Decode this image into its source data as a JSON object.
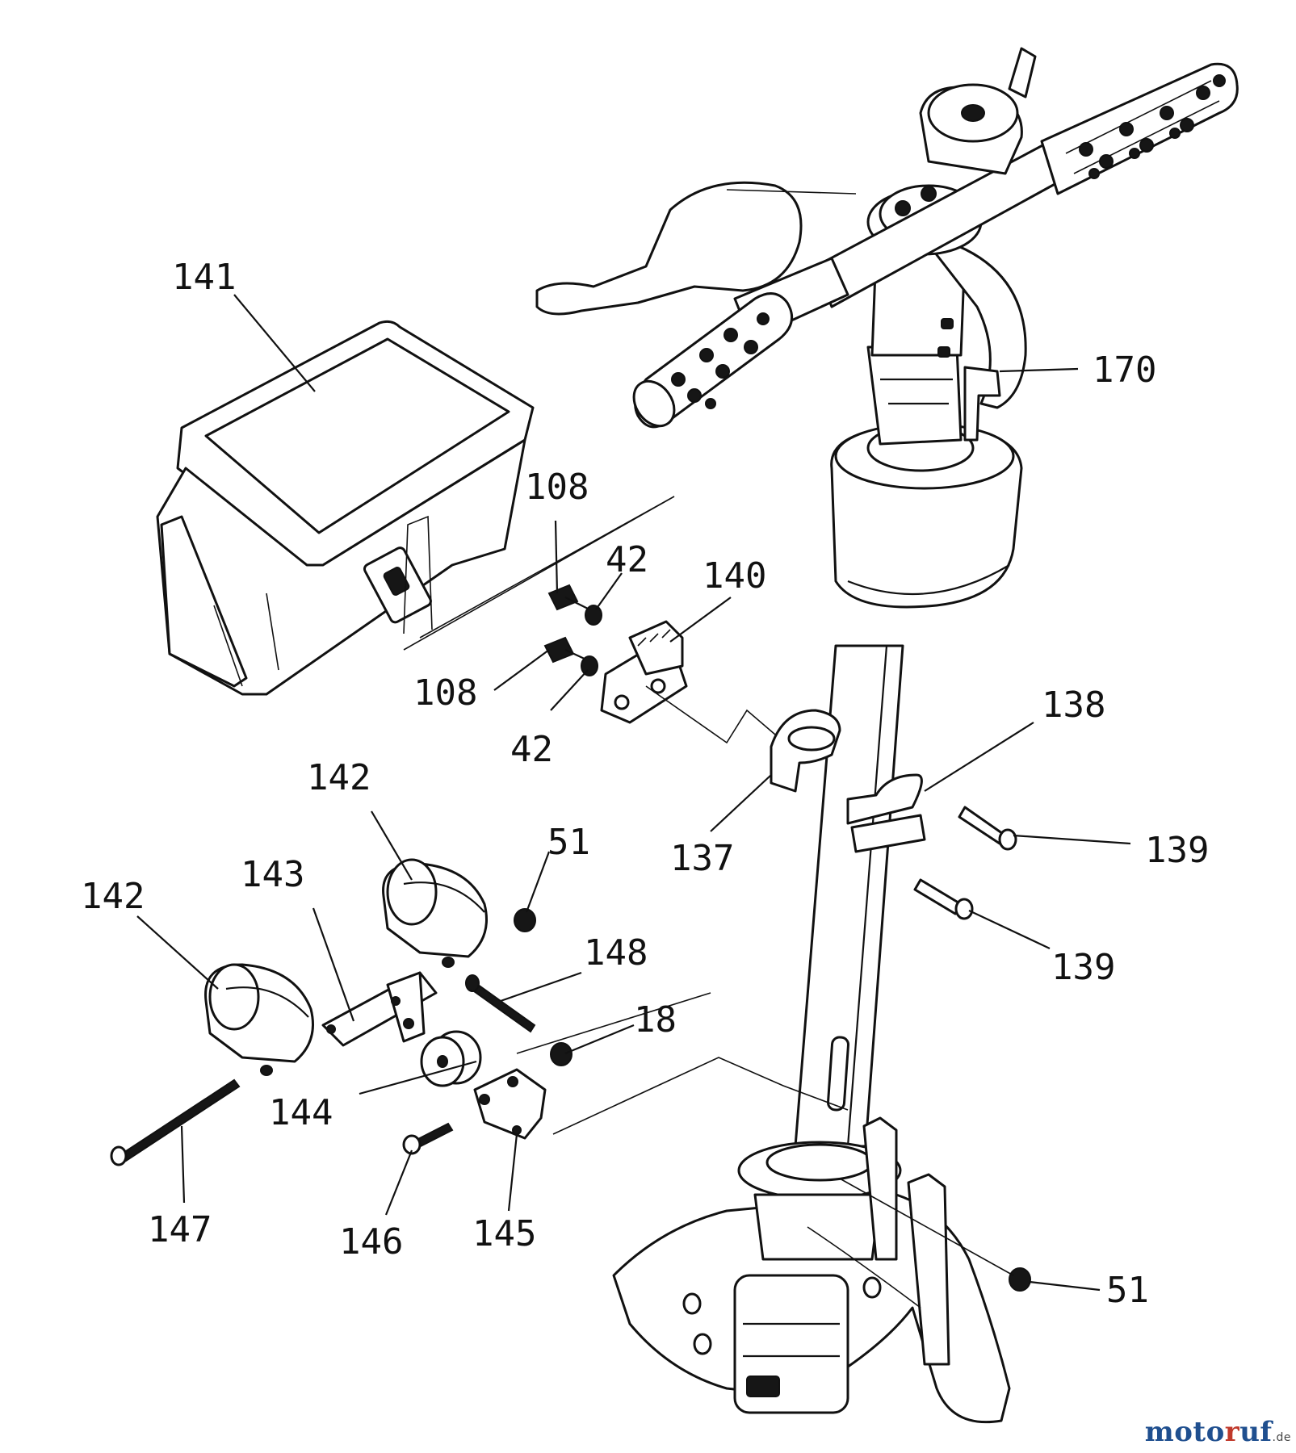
{
  "labels": {
    "p141": "141",
    "p170": "170",
    "p108a": "108",
    "p42a": "42",
    "p140": "140",
    "p108b": "108",
    "p42b": "42",
    "p138": "138",
    "p142a": "142",
    "p137": "137",
    "p139a": "139",
    "p51a": "51",
    "p143": "143",
    "p142b": "142",
    "p148": "148",
    "p139b": "139",
    "p18": "18",
    "p144": "144",
    "p147": "147",
    "p146": "146",
    "p145": "145",
    "p51b": "51"
  },
  "watermark": {
    "part1": "moto",
    "part2": "r",
    "part3": "uf",
    "suffix": ".de"
  }
}
